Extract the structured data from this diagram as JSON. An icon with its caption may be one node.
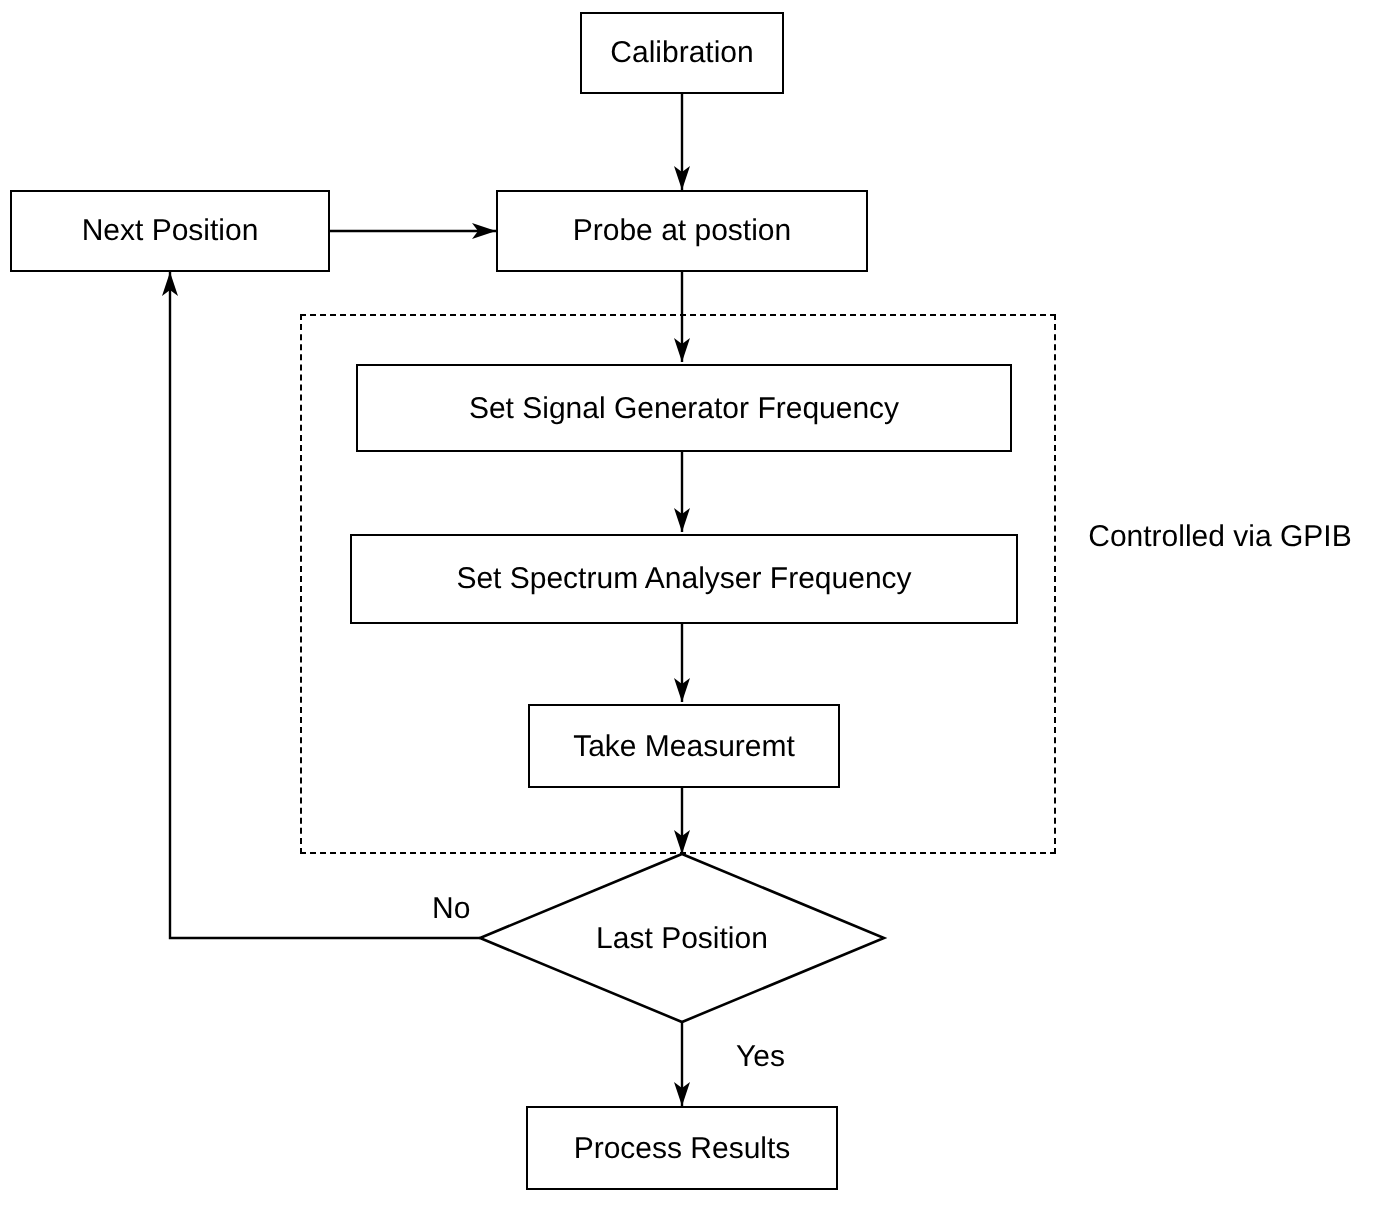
{
  "diagram": {
    "nodes": [
      {
        "text": [
          "Calibration"
        ]
      },
      {
        "text": [
          "Next Position"
        ]
      },
      {
        "text": [
          "Probe at postion"
        ]
      },
      {
        "text": [],
        "shape": "box",
        "beside": [
          "Controlled via GPIB"
        ]
      },
      {
        "text": [
          "Set Signal Generator Frequency"
        ],
        "in": 3
      },
      {
        "text": [
          "Set Spectrum Analyser Frequency"
        ],
        "in": 3
      },
      {
        "text": [
          "Take Measuremt"
        ],
        "in": 3
      },
      {
        "text": [
          "Last Position"
        ]
      },
      {
        "text": [
          "Process Results"
        ]
      }
    ],
    "edges": [
      {
        "from": 0,
        "to": 2,
        "arrow": "to"
      },
      {
        "from": 1,
        "to": 2,
        "arrow": "to"
      },
      {
        "from": 2,
        "to": 4,
        "arrow": "to"
      },
      {
        "from": 4,
        "to": 5,
        "arrow": "to"
      },
      {
        "from": 5,
        "to": 6,
        "arrow": "to"
      },
      {
        "from": 6,
        "to": 7,
        "arrow": "to"
      },
      {
        "from": 7,
        "to": 1,
        "arrow": "to",
        "label": "No"
      },
      {
        "from": 7,
        "to": 8,
        "arrow": "to",
        "label": "Yes"
      }
    ]
  }
}
